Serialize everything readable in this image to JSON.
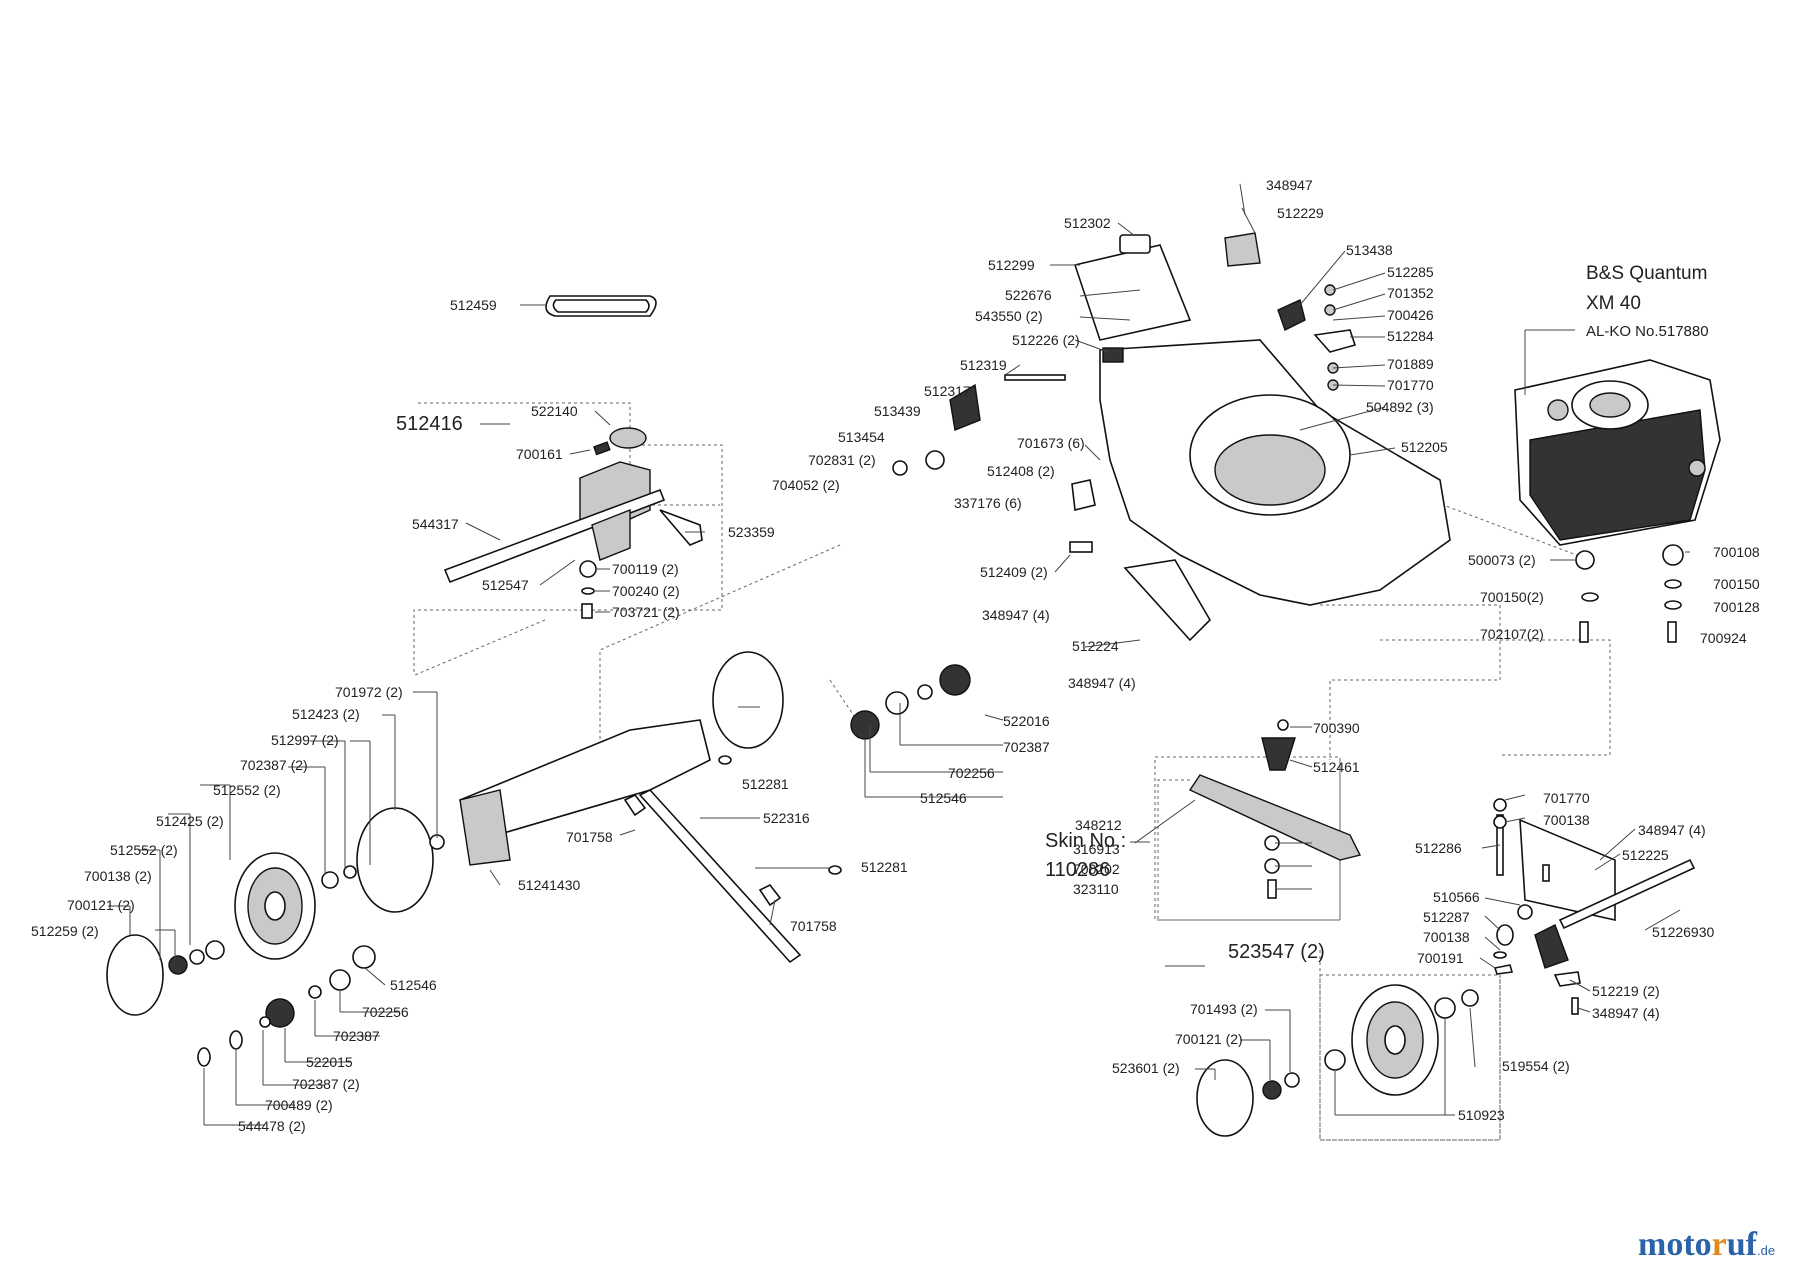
{
  "engine": {
    "line1": "B&S Quantum",
    "line2": "XM 40",
    "line3": "AL-KO No.517880"
  },
  "groups": {
    "gearbox": "512416",
    "knife": {
      "line1": "Skin No.:",
      "line2": "110286"
    },
    "front_wheel": "523547 (2)"
  },
  "parts": [
    {
      "id": "p1",
      "text": "348947"
    },
    {
      "id": "p2",
      "text": "512229"
    },
    {
      "id": "p3",
      "text": "512302"
    },
    {
      "id": "p4",
      "text": "513438"
    },
    {
      "id": "p5",
      "text": "512285"
    },
    {
      "id": "p6",
      "text": "701352"
    },
    {
      "id": "p7",
      "text": "700426"
    },
    {
      "id": "p8",
      "text": "512284"
    },
    {
      "id": "p9",
      "text": "512299"
    },
    {
      "id": "p10",
      "text": "522676"
    },
    {
      "id": "p11",
      "text": "543550 (2)"
    },
    {
      "id": "p12",
      "text": "512226 (2)"
    },
    {
      "id": "p13",
      "text": "512319"
    },
    {
      "id": "p14",
      "text": "701889"
    },
    {
      "id": "p15",
      "text": "701770"
    },
    {
      "id": "p16",
      "text": "504892 (3)"
    },
    {
      "id": "p17",
      "text": "512317"
    },
    {
      "id": "p18",
      "text": "513439"
    },
    {
      "id": "p19",
      "text": "513454"
    },
    {
      "id": "p20",
      "text": "701673 (6)"
    },
    {
      "id": "p21",
      "text": "512205"
    },
    {
      "id": "p22",
      "text": "702831 (2)"
    },
    {
      "id": "p23",
      "text": "704052 (2)"
    },
    {
      "id": "p24",
      "text": "512408 (2)"
    },
    {
      "id": "p25",
      "text": "337176 (6)"
    },
    {
      "id": "p26",
      "text": "512459"
    },
    {
      "id": "p27",
      "text": "522140"
    },
    {
      "id": "p28",
      "text": "700161"
    },
    {
      "id": "p29",
      "text": "544317"
    },
    {
      "id": "p30",
      "text": "523359"
    },
    {
      "id": "p31",
      "text": "512547"
    },
    {
      "id": "p32",
      "text": "700119 (2)"
    },
    {
      "id": "p33",
      "text": "700240 (2)"
    },
    {
      "id": "p34",
      "text": "703721 (2)"
    },
    {
      "id": "p35",
      "text": "512409 (2)"
    },
    {
      "id": "p36",
      "text": "348947 (4)"
    },
    {
      "id": "p37",
      "text": "512224"
    },
    {
      "id": "p38",
      "text": "348947 (4)"
    },
    {
      "id": "p39",
      "text": "500073 (2)"
    },
    {
      "id": "p40",
      "text": "700108"
    },
    {
      "id": "p41",
      "text": "700150(2)"
    },
    {
      "id": "p42",
      "text": "700150"
    },
    {
      "id": "p43",
      "text": "700128"
    },
    {
      "id": "p44",
      "text": "702107(2)"
    },
    {
      "id": "p45",
      "text": "700924"
    },
    {
      "id": "p46",
      "text": "701972 (2)"
    },
    {
      "id": "p47",
      "text": "512423 (2)"
    },
    {
      "id": "p48",
      "text": "512997 (2)"
    },
    {
      "id": "p49",
      "text": "702387 (2)"
    },
    {
      "id": "p50",
      "text": "512552 (2)"
    },
    {
      "id": "p51",
      "text": "512425 (2)"
    },
    {
      "id": "p52",
      "text": "512552 (2)"
    },
    {
      "id": "p53",
      "text": "700138 (2)"
    },
    {
      "id": "p54",
      "text": "700121 (2)"
    },
    {
      "id": "p55",
      "text": "512259 (2)"
    },
    {
      "id": "p56",
      "text": "512281"
    },
    {
      "id": "p57",
      "text": "522016"
    },
    {
      "id": "p58",
      "text": "702387"
    },
    {
      "id": "p59",
      "text": "702256"
    },
    {
      "id": "p60",
      "text": "512546"
    },
    {
      "id": "p61",
      "text": "522316"
    },
    {
      "id": "p62",
      "text": "701758"
    },
    {
      "id": "p63",
      "text": "512281"
    },
    {
      "id": "p64",
      "text": "701758"
    },
    {
      "id": "p65",
      "text": "51241430"
    },
    {
      "id": "p66",
      "text": "700390"
    },
    {
      "id": "p67",
      "text": "512461"
    },
    {
      "id": "p68",
      "text": "348212"
    },
    {
      "id": "p69",
      "text": "316913"
    },
    {
      "id": "p70",
      "text": "700202"
    },
    {
      "id": "p71",
      "text": "323110"
    },
    {
      "id": "p72",
      "text": "701770"
    },
    {
      "id": "p73",
      "text": "700138"
    },
    {
      "id": "p74",
      "text": "348947 (4)"
    },
    {
      "id": "p75",
      "text": "512286"
    },
    {
      "id": "p76",
      "text": "512225"
    },
    {
      "id": "p77",
      "text": "510566"
    },
    {
      "id": "p78",
      "text": "512287"
    },
    {
      "id": "p79",
      "text": "700138"
    },
    {
      "id": "p80",
      "text": "51226930"
    },
    {
      "id": "p81",
      "text": "700191"
    },
    {
      "id": "p82",
      "text": "512219 (2)"
    },
    {
      "id": "p83",
      "text": "348947 (4)"
    },
    {
      "id": "p84",
      "text": "512546"
    },
    {
      "id": "p85",
      "text": "702256"
    },
    {
      "id": "p86",
      "text": "702387"
    },
    {
      "id": "p87",
      "text": "522015"
    },
    {
      "id": "p88",
      "text": "702387 (2)"
    },
    {
      "id": "p89",
      "text": "700489 (2)"
    },
    {
      "id": "p90",
      "text": "544478 (2)"
    },
    {
      "id": "p91",
      "text": "701493 (2)"
    },
    {
      "id": "p92",
      "text": "700121 (2)"
    },
    {
      "id": "p93",
      "text": "523601 (2)"
    },
    {
      "id": "p94",
      "text": "519554 (2)"
    },
    {
      "id": "p95",
      "text": "510923"
    }
  ],
  "watermark": {
    "part1": "moto",
    "part2": "r",
    "part3": "uf",
    "domain": ".de"
  }
}
